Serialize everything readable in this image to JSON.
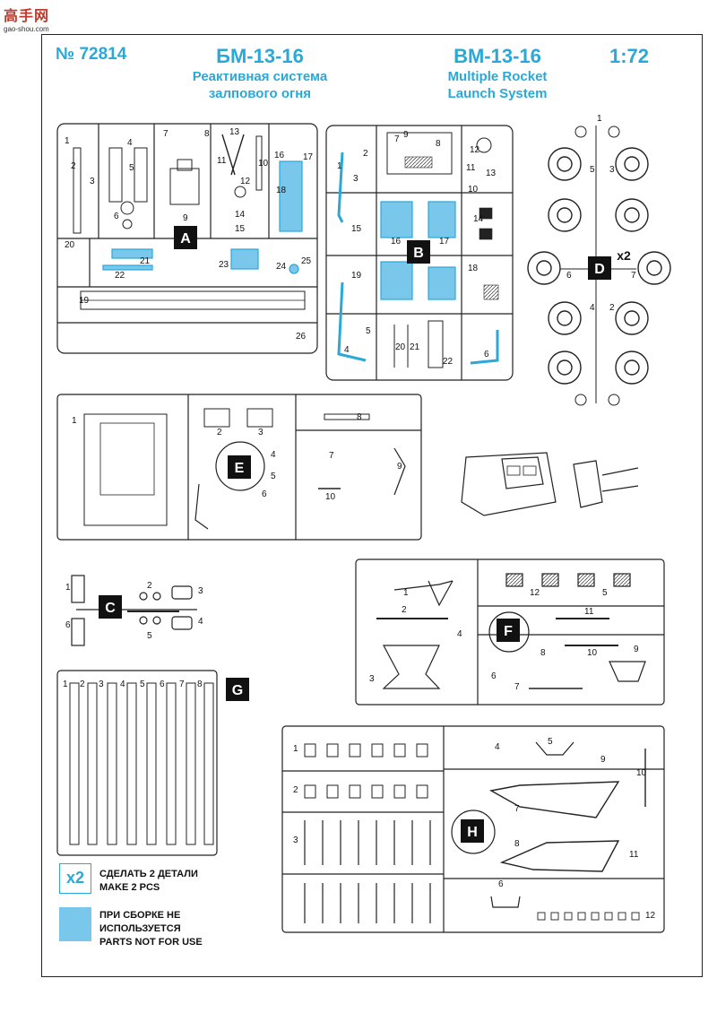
{
  "watermark": {
    "main": "高手网",
    "url": "gao-shou.com"
  },
  "header": {
    "catalog_no": "№ 72814",
    "title_ru": "БМ-13-16",
    "subtitle_ru_1": "Реактивная система",
    "subtitle_ru_2": "залпового огня",
    "title_en": "BM-13-16",
    "subtitle_en_1": "Multiple Rocket",
    "subtitle_en_2": "Launch System",
    "scale": "1:72"
  },
  "sprues": {
    "A": {
      "letter": "A",
      "labels": [
        "1",
        "2",
        "3",
        "4",
        "5",
        "6",
        "7",
        "8",
        "9",
        "10",
        "11",
        "12",
        "13",
        "14",
        "15",
        "16",
        "17",
        "18",
        "19",
        "20",
        "21",
        "22",
        "23",
        "24",
        "25",
        "26"
      ]
    },
    "B": {
      "letter": "B",
      "labels": [
        "1",
        "2",
        "3",
        "4",
        "5",
        "6",
        "7",
        "8",
        "9",
        "10",
        "11",
        "12",
        "13",
        "14",
        "15",
        "16",
        "17",
        "18",
        "19",
        "20",
        "21",
        "22"
      ]
    },
    "D": {
      "letter": "D",
      "multiplier": "x2",
      "labels": [
        "1",
        "2",
        "3",
        "4",
        "5",
        "6",
        "7"
      ]
    },
    "E": {
      "letter": "E",
      "labels": [
        "1",
        "2",
        "3",
        "4",
        "5",
        "6",
        "7",
        "8",
        "9",
        "10"
      ]
    },
    "C": {
      "letter": "C",
      "labels": [
        "1",
        "2",
        "3",
        "4",
        "5",
        "6"
      ]
    },
    "F": {
      "letter": "F",
      "labels": [
        "1",
        "2",
        "3",
        "4",
        "5",
        "6",
        "7",
        "8",
        "9",
        "10",
        "11",
        "12"
      ]
    },
    "G": {
      "letter": "G",
      "labels": [
        "1",
        "2",
        "3",
        "4",
        "5",
        "6",
        "7",
        "8"
      ]
    },
    "H": {
      "letter": "H",
      "labels": [
        "1",
        "2",
        "3",
        "4",
        "5",
        "6",
        "7",
        "8",
        "9",
        "10",
        "11",
        "12"
      ]
    }
  },
  "legend": {
    "x2_symbol": "x2",
    "x2_ru": "СДЕЛАТЬ  2 ДЕТАЛИ",
    "x2_en": "MAKE 2 PCS",
    "unused_ru_1": "ПРИ СБОРКЕ НЕ",
    "unused_ru_2": "ИСПОЛЬЗУЕТСЯ",
    "unused_en": "PARTS NOT FOR USE"
  },
  "colors": {
    "accent": "#2aa8d8",
    "unused_fill": "#79c7ea",
    "line": "#222222"
  }
}
